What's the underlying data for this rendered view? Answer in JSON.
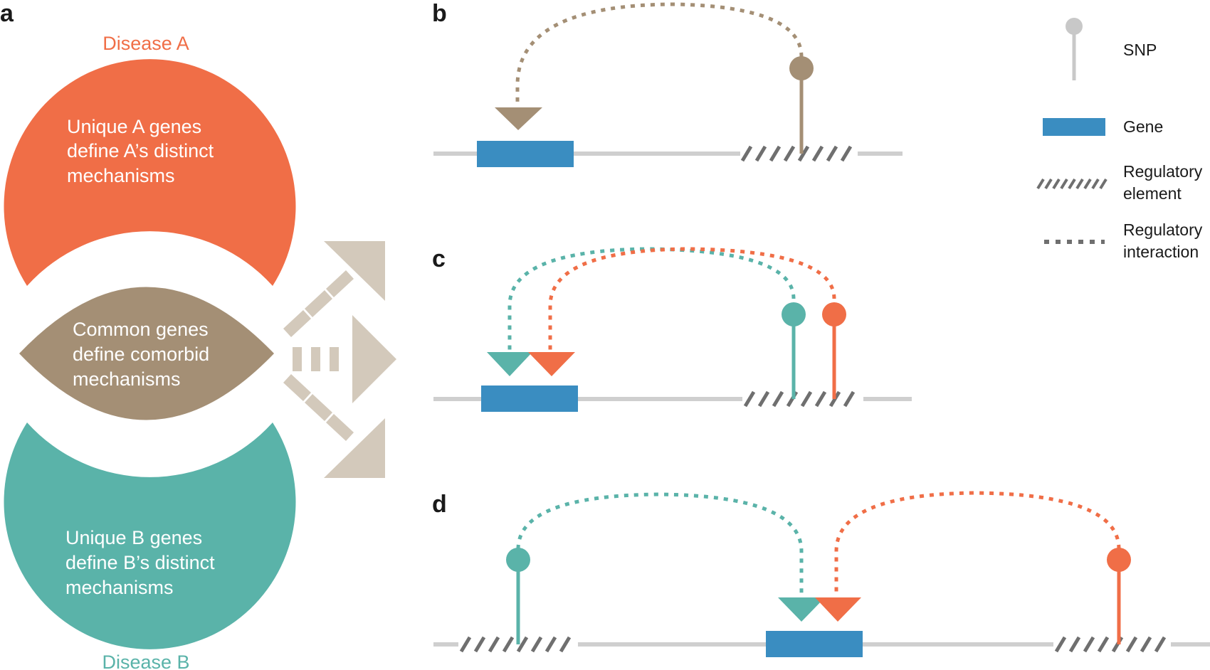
{
  "colors": {
    "disease_a": "#f06e47",
    "disease_b": "#5ab3a9",
    "common": "#a48f75",
    "gene": "#3a8dc1",
    "regulatory": "#6f6f6f",
    "dna_line": "#cfcfcf",
    "arrows": "#d3c9bb",
    "snp_legend": "#c8c8c8"
  },
  "panels": {
    "a": {
      "label": "a",
      "disease_a_label": "Disease A",
      "disease_b_label": "Disease B",
      "unique_a_lines": [
        "Unique A genes",
        "define A’s distinct",
        "mechanisms"
      ],
      "common_lines": [
        "Common genes",
        "define comorbid",
        "mechanisms"
      ],
      "unique_b_lines": [
        "Unique B genes",
        "define B’s distinct",
        "mechanisms"
      ]
    },
    "b": {
      "label": "b"
    },
    "c": {
      "label": "c"
    },
    "d": {
      "label": "d"
    }
  },
  "legend": {
    "snp": "SNP",
    "gene": "Gene",
    "regulatory_element_lines": [
      "Regulatory",
      "element"
    ],
    "regulatory_interaction_lines": [
      "Regulatory",
      "interaction"
    ]
  }
}
